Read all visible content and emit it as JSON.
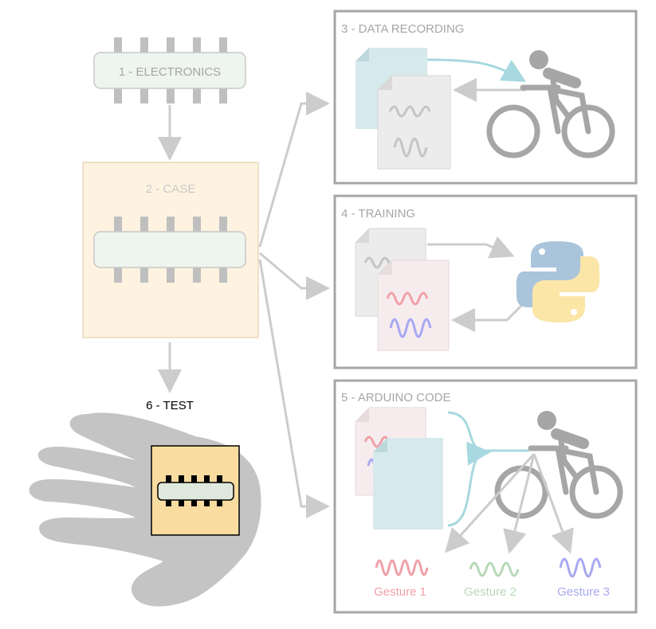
{
  "steps": {
    "electronics": "1 - ELECTRONICS",
    "case": "2 - CASE",
    "data_recording": "3 - DATA RECORDING",
    "training": "4 - TRAINING",
    "arduino_code": "5 - ARDUINO CODE",
    "test": "6 - TEST"
  },
  "gestures": {
    "g1": "Gesture 1",
    "g2": "Gesture 2",
    "g3": "Gesture 3"
  },
  "colors": {
    "arrow": "#cccccc",
    "panel_border": "#a6a6a6",
    "faded_text": "#a6a6a6",
    "case_fill": "#fdf3e0",
    "case_fill_active": "#f9dca0",
    "board_fill": "#eef4ee",
    "teal_doc": "#d6e9ec",
    "teal_arrow": "#a8d8e0",
    "gesture1": "#f0a0a8",
    "gesture2": "#b8d8b8",
    "gesture3": "#a8a8f0",
    "python_blue": "#aac4dc",
    "python_yellow": "#fbe6a8"
  },
  "icons": [
    "chip-icon",
    "document-icon",
    "cyclist-icon",
    "python-logo-icon",
    "hand-icon",
    "signal-wave-icon"
  ]
}
